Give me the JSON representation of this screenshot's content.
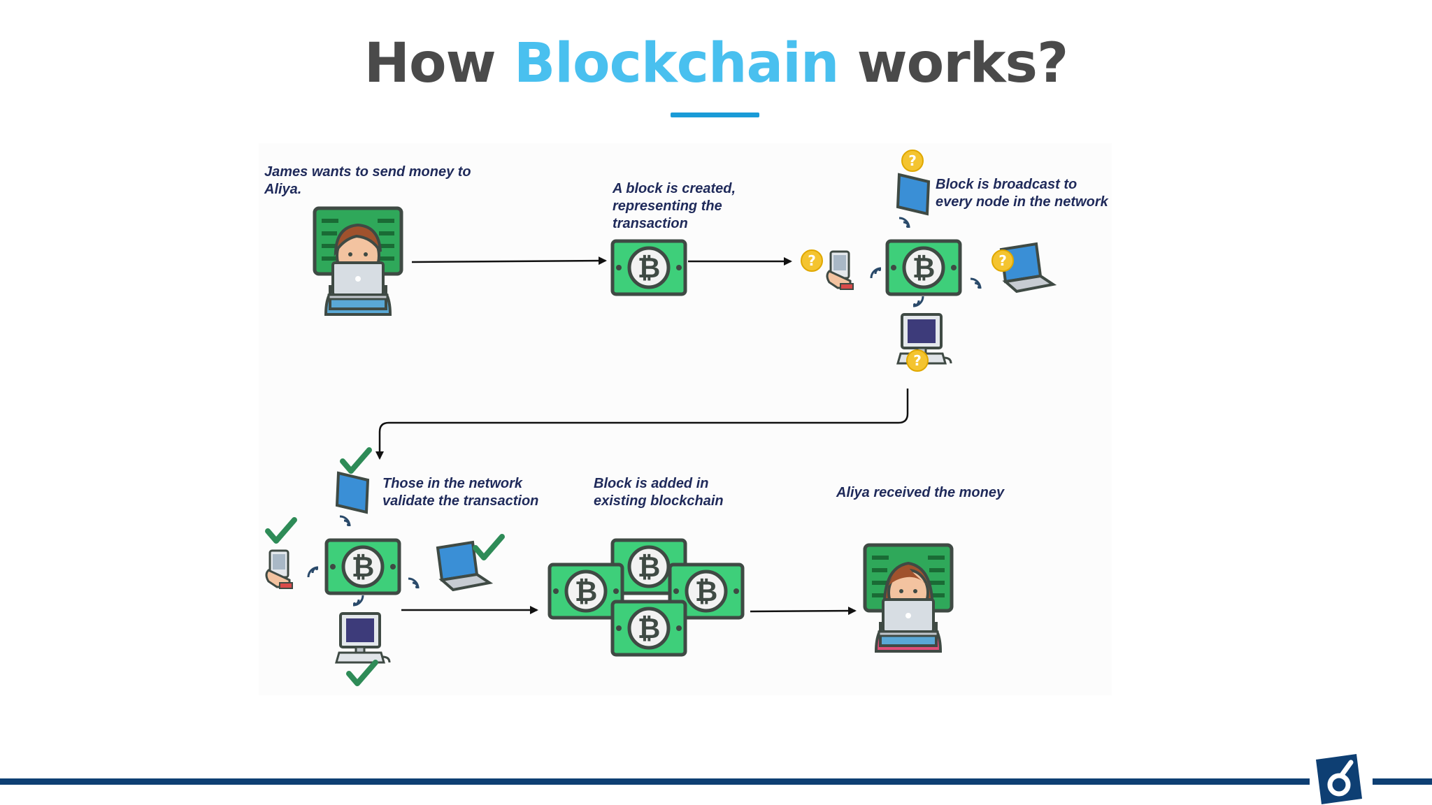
{
  "title": {
    "prefix": "How",
    "highlight": "Blockchain",
    "suffix": "works?"
  },
  "steps": [
    {
      "id": "send",
      "label": "James wants to send money to\nAliya."
    },
    {
      "id": "create",
      "label": "A block is created,\nrepresenting the\ntransaction"
    },
    {
      "id": "broadcast",
      "label": "Block is broadcast to\nevery node in the network"
    },
    {
      "id": "validate",
      "label": "Those in the network\nvalidate the transaction"
    },
    {
      "id": "added",
      "label": "Block is added in\n existing blockchain"
    },
    {
      "id": "received",
      "label": "Aliya received the money"
    }
  ],
  "icons": {
    "coin_symbol": "₿",
    "question": "?",
    "check": "✔"
  },
  "colors": {
    "title": "#4a4a4a",
    "highlight": "#49c0ef",
    "underline": "#1a9bd7",
    "label": "#1f2a5a",
    "bill_green": "#3ecf7a",
    "bill_dark": "#3f4a44",
    "question_yellow": "#f4c430",
    "check_green": "#2e8b57",
    "footer": "#0e3f73"
  }
}
